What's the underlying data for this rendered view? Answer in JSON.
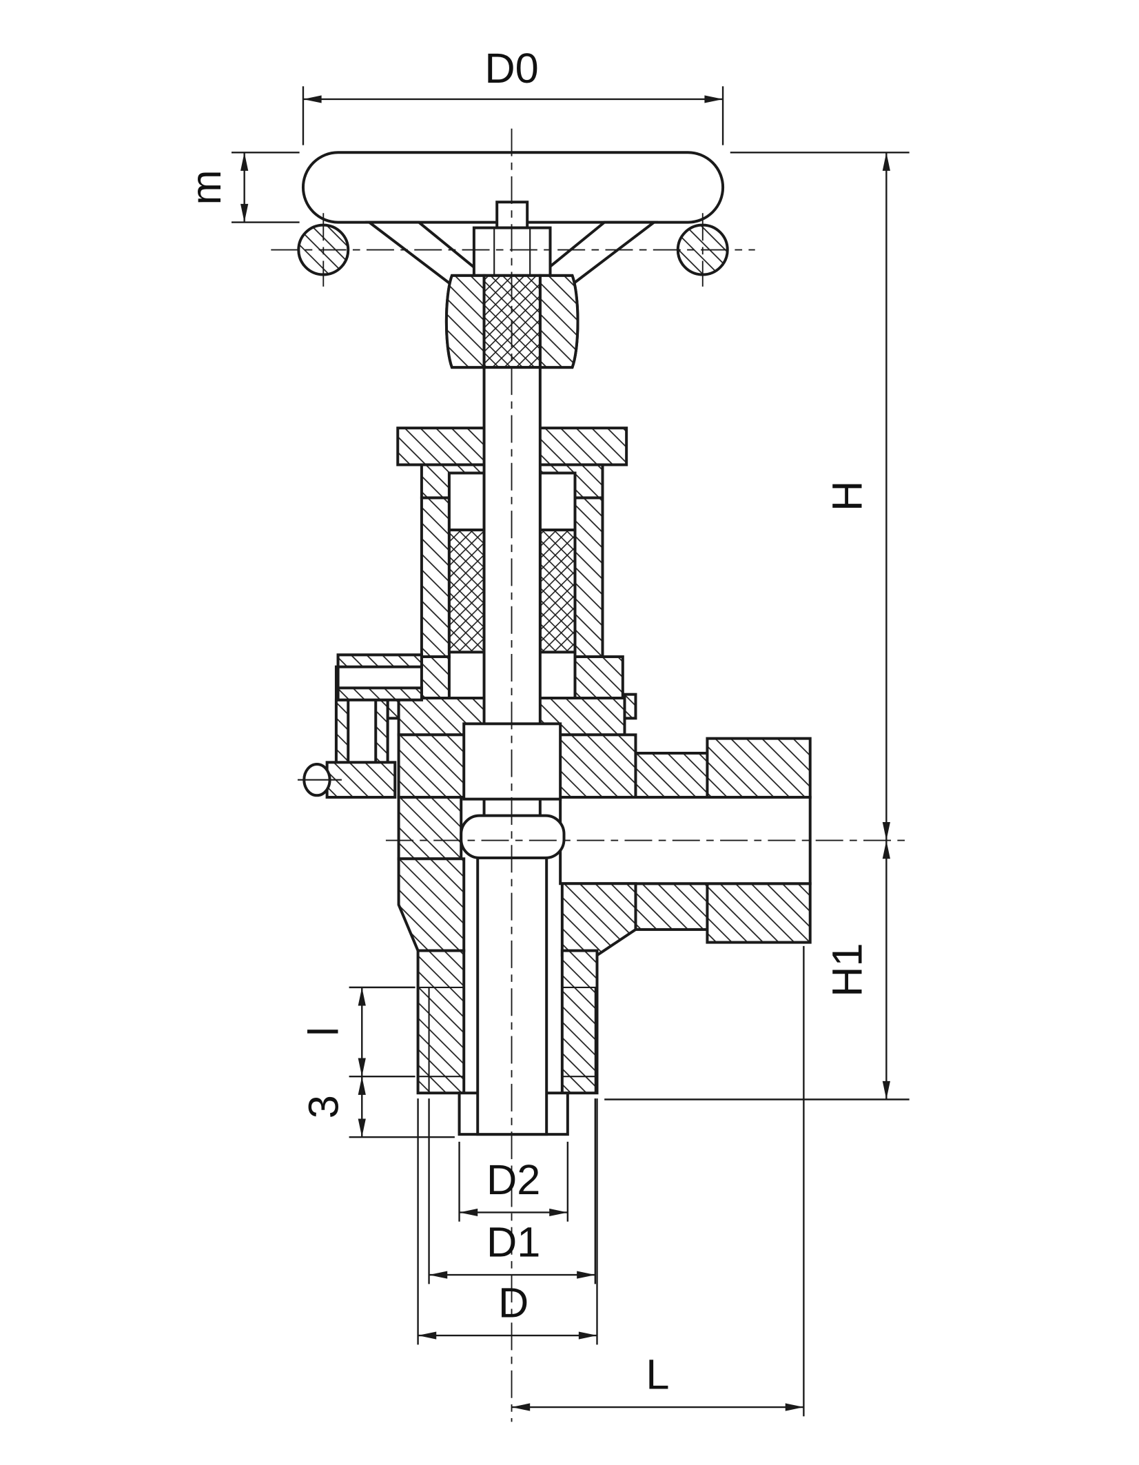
{
  "title": "Angle needle valve sectional technical drawing",
  "colors": {
    "line": "#1a1a1a",
    "background": "#ffffff"
  },
  "labels": {
    "d0": "D0",
    "m": "m",
    "h": "H",
    "h1": "H1",
    "l_thread": "l",
    "chamfer": "3",
    "d2": "D2",
    "d1": "D1",
    "d": "D",
    "l_length": "L"
  }
}
